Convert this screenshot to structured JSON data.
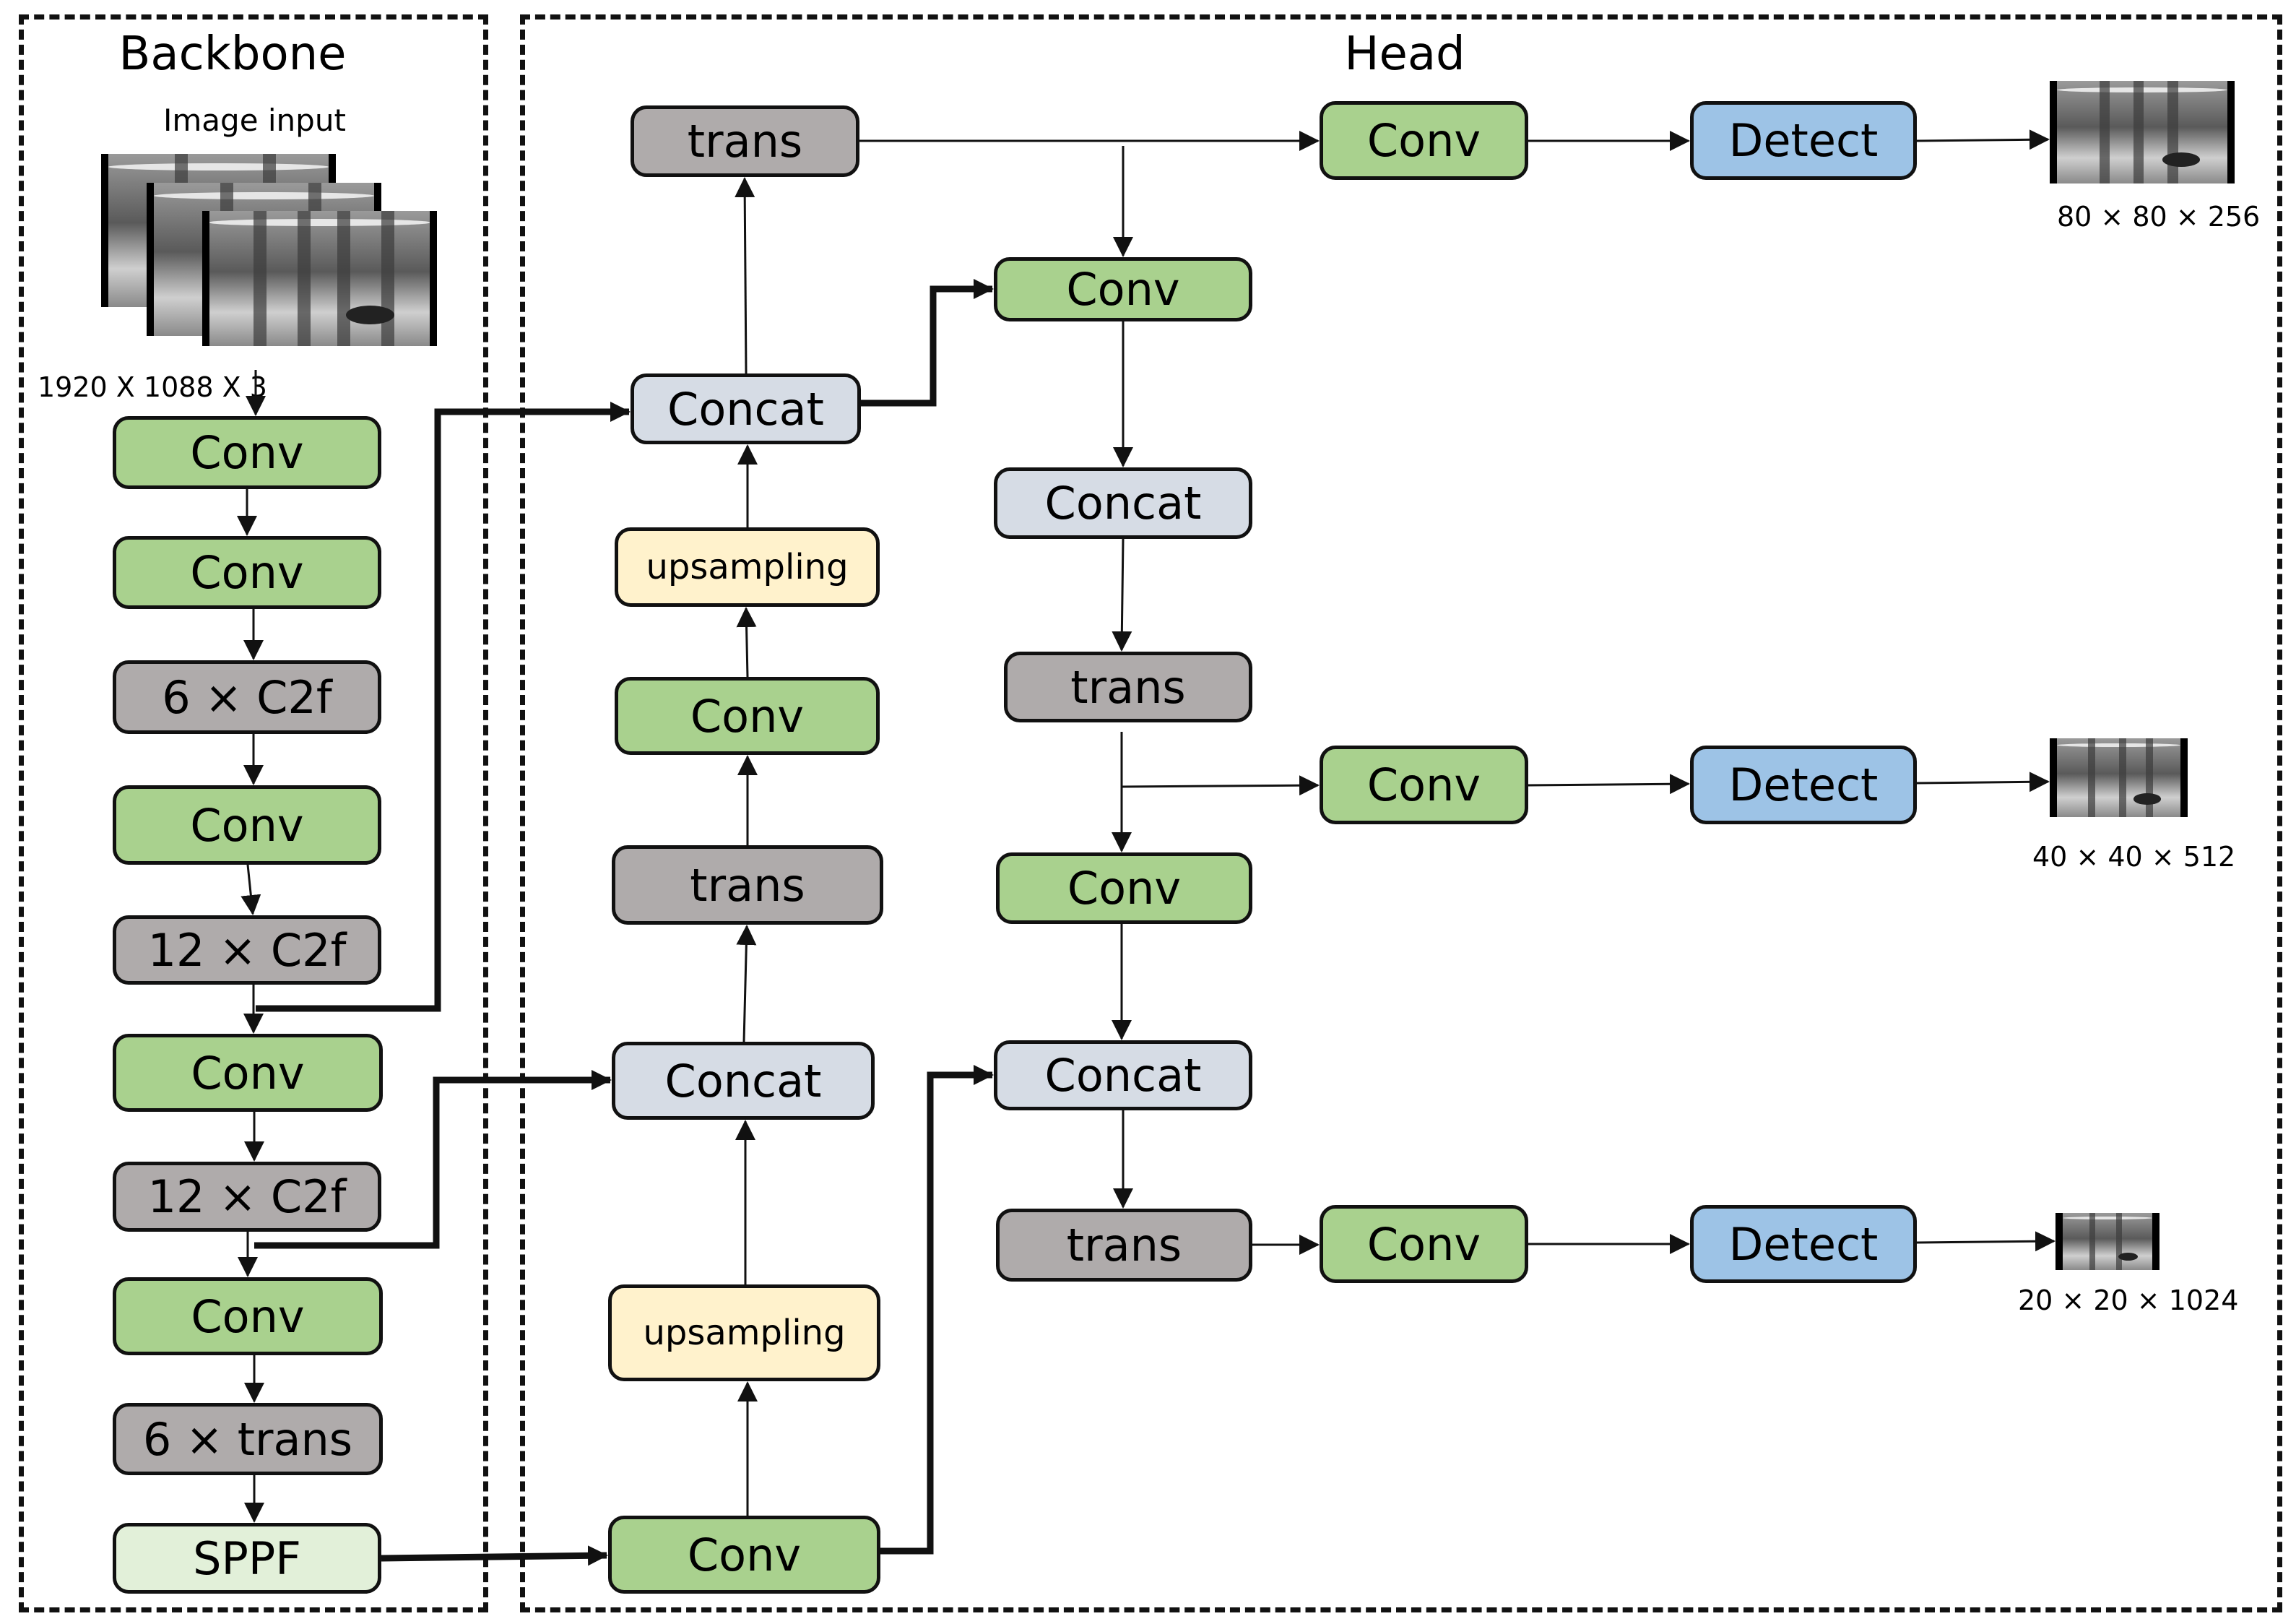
{
  "sections": {
    "backbone_title": "Backbone",
    "head_title": "Head"
  },
  "input": {
    "label": "Image input",
    "size": "1920 X 1088 X 3"
  },
  "backbone": [
    "Conv",
    "Conv",
    "6 × C2f",
    "Conv",
    "12 × C2f",
    "Conv",
    "12 × C2f",
    "Conv",
    "6 × trans",
    "SPPF"
  ],
  "head_col1": [
    "trans",
    "Concat",
    "upsampling",
    "Conv",
    "trans",
    "Concat",
    "upsampling",
    "Conv"
  ],
  "head_col2": [
    "Conv",
    "Concat",
    "trans",
    "Conv",
    "Concat",
    "trans"
  ],
  "outputs": [
    {
      "conv": "Conv",
      "detect": "Detect",
      "size": "80 × 80 × 256"
    },
    {
      "conv": "Conv",
      "detect": "Detect",
      "size": "40 × 40 × 512"
    },
    {
      "conv": "Conv",
      "detect": "Detect",
      "size": "20 × 20 × 1024"
    }
  ],
  "colors": {
    "conv": "#a9d18e",
    "c2f_trans": "#afabab",
    "concat": "#d6dce5",
    "upsampling": "#fff2cc",
    "detect": "#9dc3e6",
    "sppf": "#e2f0d9"
  }
}
